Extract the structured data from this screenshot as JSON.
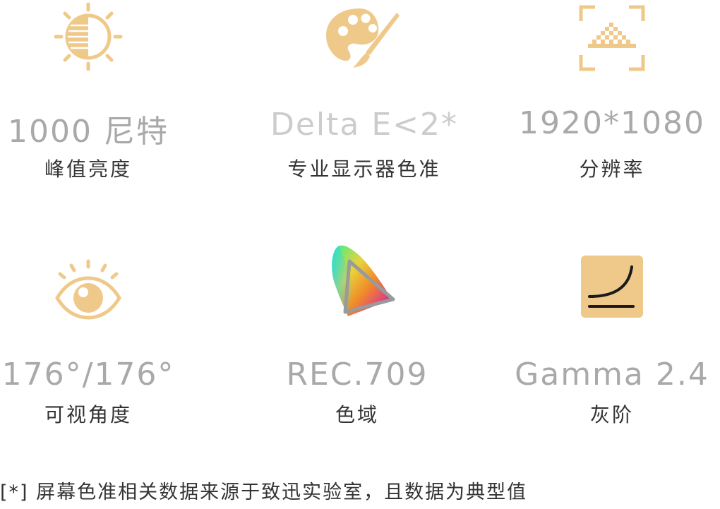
{
  "colors": {
    "accent": "#efc98a",
    "value_gray": "#a9a9a9",
    "label_dark": "#333333"
  },
  "features": [
    {
      "icon": "brightness-icon",
      "value": "1000 尼特",
      "label": "峰值亮度"
    },
    {
      "icon": "palette-icon",
      "value": "Delta E<2*",
      "label": "专业显示器色准"
    },
    {
      "icon": "resolution-icon",
      "value": "1920*1080",
      "label": "分辨率"
    },
    {
      "icon": "eye-icon",
      "value": "176°/176°",
      "label": "可视角度"
    },
    {
      "icon": "color-gamut-icon",
      "value": "REC.709",
      "label": "色域"
    },
    {
      "icon": "gamma-curve-icon",
      "value": "Gamma 2.4",
      "label": "灰阶"
    }
  ],
  "footnote": "[*] 屏幕色准相关数据来源于致迅实验室，且数据为典型值"
}
